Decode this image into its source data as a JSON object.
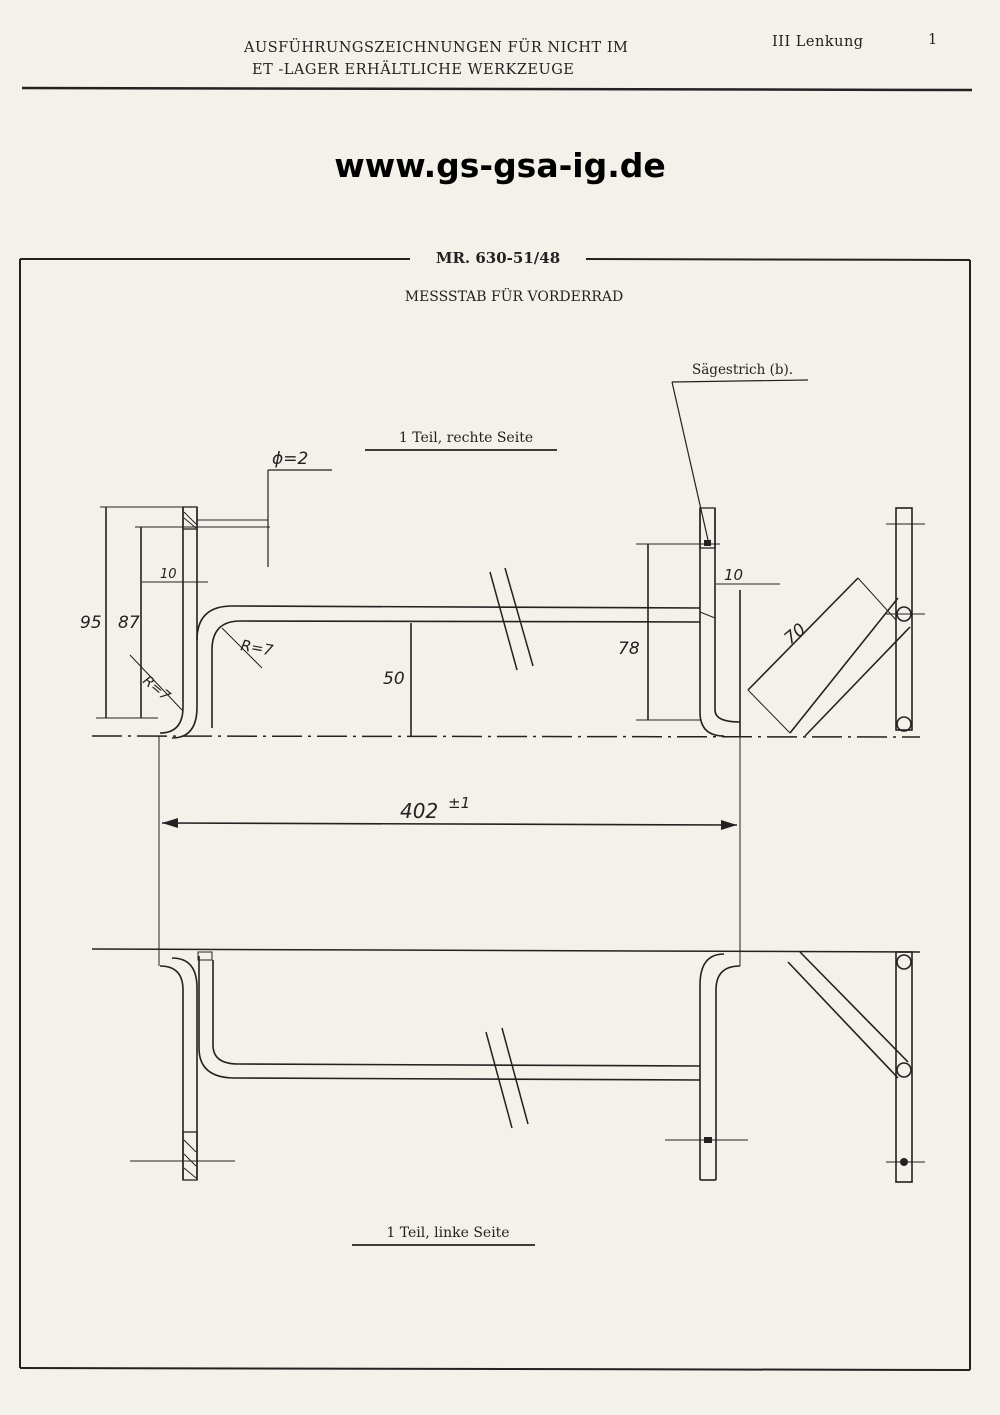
{
  "header": {
    "title_line1": "AUSFÜHRUNGSZEICHNUNGEN FÜR NICHT IM",
    "title_line2": "ET -LAGER ERHÄLTLICHE WERKZEUGE",
    "section": "III Lenkung",
    "page_number": "1"
  },
  "website": "www.gs-gsa-ig.de",
  "drawing": {
    "part_number": "MR. 630-51/48",
    "part_name": "MESSSTAB FÜR VORDERRAD",
    "label_saw_mark": "Sägestrich (b).",
    "label_right_side": "1 Teil, rechte Seite",
    "label_left_side": "1 Teil, linke Seite",
    "dim_diameter": "ϕ=2",
    "dim_95": "95",
    "dim_87": "87",
    "dim_10_left": "10",
    "dim_10_right": "10",
    "dim_r7_inner": "R=7",
    "dim_r7_outer": "R=7",
    "dim_50": "50",
    "dim_78": "78",
    "dim_70": "70",
    "dim_402": "402",
    "dim_402_tol": "±1"
  },
  "colors": {
    "paper": "#f4f1ea",
    "ink": "#222222"
  }
}
